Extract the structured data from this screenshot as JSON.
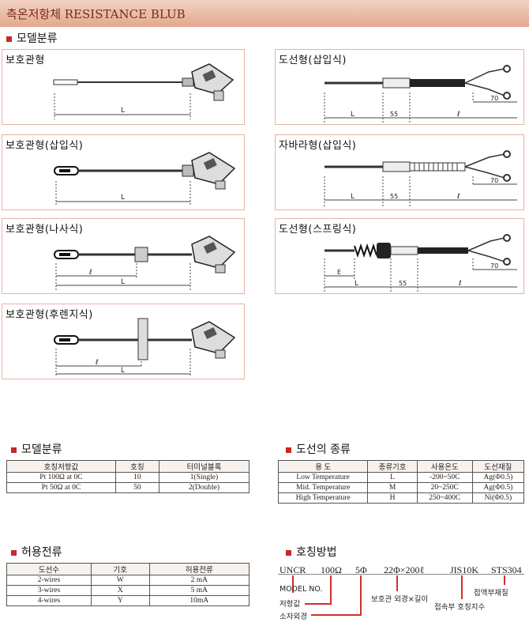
{
  "page": {
    "title": "측온저항체 RESISTANCE BLUB"
  },
  "sections": {
    "models_top": "모델분류",
    "models_bottom": "모델분류",
    "wire_types": "도선의 종류",
    "allowed_current": "허용전류",
    "naming": "호칭방법"
  },
  "panels": [
    {
      "caption": "보호관형"
    },
    {
      "caption": "보호관형(삽입식)"
    },
    {
      "caption": "보호관형(나사식)"
    },
    {
      "caption": "보호관형(후렌지식)"
    },
    {
      "caption": "도선형(삽입식)"
    },
    {
      "caption": "자바라형(삽입식)"
    },
    {
      "caption": "도선형(스프링식)"
    }
  ],
  "dims": {
    "L": "L",
    "l": "ℓ",
    "E": "E",
    "d55": "55",
    "d70": "70"
  },
  "model_table": {
    "headers": [
      "호칭저항값",
      "호칭",
      "터미널블록"
    ],
    "rows": [
      [
        "Pt 100Ω at 0C",
        "10",
        "1(Single)"
      ],
      [
        "Pt 50Ω at 0C",
        "50",
        "2(Double)"
      ]
    ]
  },
  "wire_table": {
    "headers": [
      "용 도",
      "종류기호",
      "사용온도",
      "도선재질"
    ],
    "rows": [
      [
        "Low Temperature",
        "L",
        "-200~50C",
        "Ag(Φ0.5)"
      ],
      [
        "Mid. Temperature",
        "M",
        "20~250C",
        "Ag(Φ0.5)"
      ],
      [
        "High Temperature",
        "H",
        "250~400C",
        "Ni(Φ0.5)"
      ]
    ]
  },
  "current_table": {
    "headers": [
      "도선수",
      "기호",
      "허용전류"
    ],
    "rows": [
      [
        "2-wires",
        "W",
        "2 mA"
      ],
      [
        "3-wires",
        "X",
        "5 mA"
      ],
      [
        "4-wires",
        "Y",
        "10mA"
      ]
    ]
  },
  "naming_code": {
    "parts": [
      "UNCR",
      "100Ω",
      "5Φ",
      "22Φ×200ℓ",
      "JIS10K",
      "STS304"
    ],
    "labels": [
      "MODEL NO.",
      "저항값",
      "소자외경",
      "보호관 외경×길이",
      "접속부 호칭지수",
      "접액부재질"
    ]
  },
  "colors": {
    "accent": "#c62828",
    "panel_border": "#e6b3a6",
    "title_bg": "#e3a88f"
  }
}
